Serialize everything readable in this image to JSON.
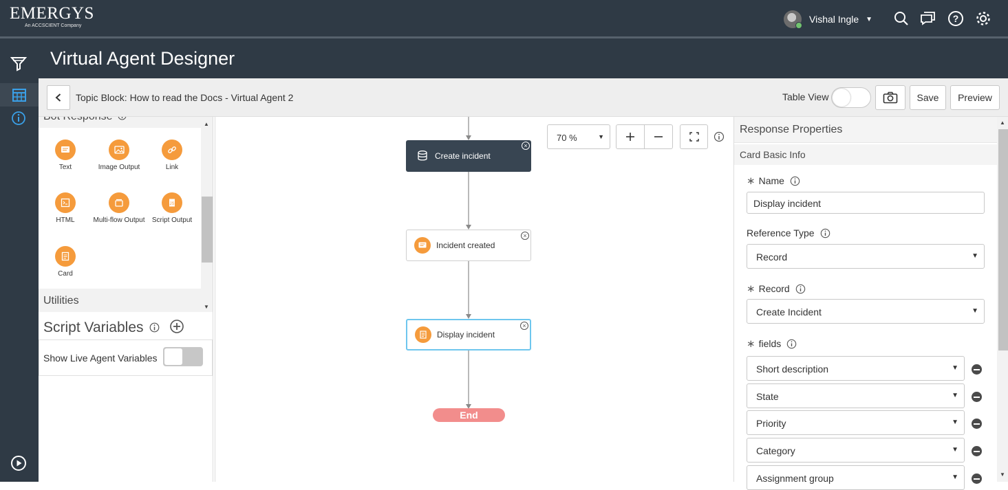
{
  "header": {
    "brand_name": "EMERGYS",
    "brand_tagline": "An ACCSCIENT Company",
    "user_name": "Vishal Ingle",
    "icons": [
      "search-icon",
      "chat-icon",
      "help-icon",
      "settings-icon"
    ]
  },
  "app": {
    "title": "Virtual Agent Designer"
  },
  "toolbar": {
    "topic_title": "Topic Block: How to read the Docs - Virtual Agent 2",
    "table_view_label": "Table View",
    "save_label": "Save",
    "preview_label": "Preview"
  },
  "palette": {
    "section_title": "Bot Response",
    "items": [
      {
        "label": "Text",
        "icon": "text-icon"
      },
      {
        "label": "Image Output",
        "icon": "image-icon"
      },
      {
        "label": "Link",
        "icon": "link-icon"
      },
      {
        "label": "HTML",
        "icon": "html-icon"
      },
      {
        "label": "Multi-flow Output",
        "icon": "multiflow-icon"
      },
      {
        "label": "Script Output",
        "icon": "script-icon"
      },
      {
        "label": "Card",
        "icon": "card-icon"
      }
    ],
    "utilities_label": "Utilities",
    "script_variables_label": "Script Variables",
    "live_agent_label": "Show Live Agent Variables"
  },
  "canvas": {
    "zoom": "70 %",
    "nodes": [
      {
        "label": "Create incident"
      },
      {
        "label": "Incident created"
      },
      {
        "label": "Display incident"
      }
    ],
    "end_label": "End"
  },
  "properties": {
    "title": "Response Properties",
    "section": "Card Basic Info",
    "name_label": "Name",
    "name_value": "Display incident",
    "reference_type_label": "Reference Type",
    "reference_type_value": "Record",
    "record_label": "Record",
    "record_value": "Create Incident",
    "fields_label": "fields",
    "fields": [
      "Short description",
      "State",
      "Priority",
      "Category",
      "Assignment group"
    ]
  }
}
